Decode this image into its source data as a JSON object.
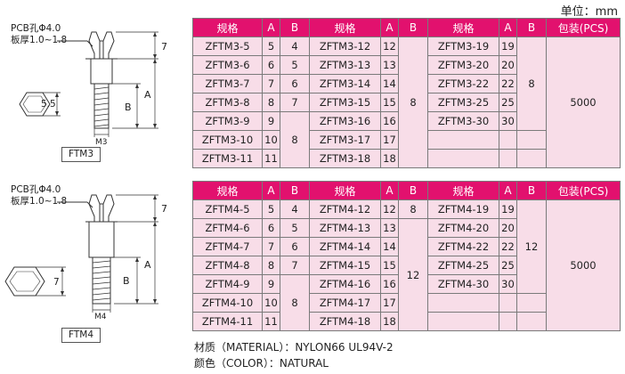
{
  "unit_label": "单位：mm",
  "drawings": [
    {
      "hole": "PCB孔Φ4.0",
      "thickness": "板厚1.0~1.8",
      "dim_top": "7",
      "dim_a": "A",
      "dim_b": "B",
      "hex_dim": "5.5",
      "thread": "M3",
      "model": "FTM3"
    },
    {
      "hole": "PCB孔Φ4.0",
      "thickness": "板厚1.0~1.8",
      "dim_top": "7",
      "dim_a": "A",
      "dim_b": "B",
      "hex_dim": "7",
      "thread": "M4",
      "model": "FTM4"
    }
  ],
  "tables": [
    {
      "headers": [
        "规格",
        "A",
        "B",
        "规格",
        "A",
        "B",
        "规格",
        "A",
        "B",
        "包装(PCS)"
      ],
      "col1": [
        [
          "ZFTM3-5",
          "5",
          "4"
        ],
        [
          "ZFTM3-6",
          "6",
          "5"
        ],
        [
          "ZFTM3-7",
          "7",
          "6"
        ],
        [
          "ZFTM3-8",
          "8",
          "7"
        ],
        [
          "ZFTM3-9",
          "9"
        ],
        [
          "ZFTM3-10",
          "10"
        ],
        [
          "ZFTM3-11",
          "11"
        ]
      ],
      "col1_b_merged": "8",
      "col2": [
        [
          "ZFTM3-12",
          "12"
        ],
        [
          "ZFTM3-13",
          "13"
        ],
        [
          "ZFTM3-14",
          "14"
        ],
        [
          "ZFTM3-15",
          "15"
        ],
        [
          "ZFTM3-16",
          "16"
        ],
        [
          "ZFTM3-17",
          "17"
        ],
        [
          "ZFTM3-18",
          "18"
        ]
      ],
      "col2_b_merged": "8",
      "col3": [
        [
          "ZFTM3-19",
          "19"
        ],
        [
          "ZFTM3-20",
          "20"
        ],
        [
          "ZFTM3-22",
          "22"
        ],
        [
          "ZFTM3-25",
          "25"
        ],
        [
          "ZFTM3-30",
          "30"
        ]
      ],
      "col3_b_merged": "8",
      "pack": "5000"
    },
    {
      "headers": [
        "规格",
        "A",
        "B",
        "规格",
        "A",
        "B",
        "规格",
        "A",
        "B",
        "包装(PCS)"
      ],
      "col1": [
        [
          "ZFTM4-5",
          "5",
          "4"
        ],
        [
          "ZFTM4-6",
          "6",
          "5"
        ],
        [
          "ZFTM4-7",
          "7",
          "6"
        ],
        [
          "ZFTM4-8",
          "8",
          "7"
        ],
        [
          "ZFTM4-9",
          "9"
        ],
        [
          "ZFTM4-10",
          "10"
        ],
        [
          "ZFTM4-11",
          "11"
        ]
      ],
      "col1_b_merged": "8",
      "col2_first": [
        "ZFTM4-12",
        "12",
        "8"
      ],
      "col2": [
        [
          "ZFTM4-13",
          "13"
        ],
        [
          "ZFTM4-14",
          "14"
        ],
        [
          "ZFTM4-15",
          "15"
        ],
        [
          "ZFTM4-16",
          "16"
        ],
        [
          "ZFTM4-17",
          "17"
        ],
        [
          "ZFTM4-18",
          "18"
        ]
      ],
      "col2_b_merged": "12",
      "col3": [
        [
          "ZFTM4-19",
          "19"
        ],
        [
          "ZFTM4-20",
          "20"
        ],
        [
          "ZFTM4-22",
          "22"
        ],
        [
          "ZFTM4-25",
          "25"
        ],
        [
          "ZFTM4-30",
          "30"
        ]
      ],
      "col3_b_merged": "12",
      "pack": "5000"
    }
  ],
  "material": "材质（MATERIAL）：NYLON66 UL94V-2",
  "color": "颜色（COLOR）：NATURAL",
  "colors": {
    "header_bg": "#e2116e",
    "cell_bg": "#f8dde8"
  }
}
